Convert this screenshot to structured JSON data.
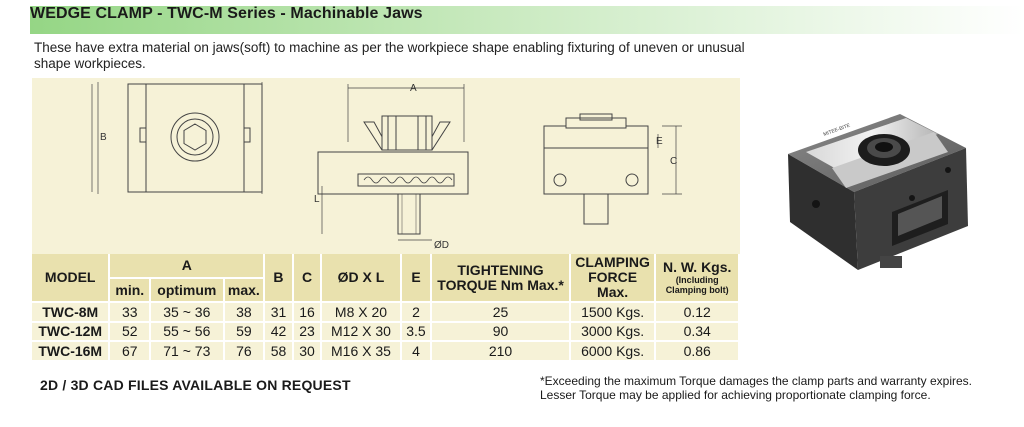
{
  "title": "WEDGE CLAMP - TWC-M Series - Machinable Jaws",
  "intro": "These have extra material on jaws(soft) to machine as per the workpiece shape enabling  fixturing of uneven or unusual shape workpieces.",
  "drawing": {
    "label_a": "A",
    "label_b": "B",
    "label_c": "C",
    "label_e": "E",
    "label_l": "L",
    "label_od": "ØD"
  },
  "photo": {
    "brand_marking": "MITEE-BITE"
  },
  "table": {
    "headers": {
      "model": "MODEL",
      "a": "A",
      "a_min": "min.",
      "a_optimum": "optimum",
      "a_max": "max.",
      "b": "B",
      "c": "C",
      "dxl": "ØD X L",
      "e": "E",
      "torque_line1": "TIGHTENING",
      "torque_line2": "TORQUE Nm Max.*",
      "force_line1": "CLAMPING",
      "force_line2": "FORCE",
      "force_line3": "Max.",
      "weight_line1": "N. W. Kgs.",
      "weight_sub1": "(Including",
      "weight_sub2": "Clamping bolt)"
    },
    "rows": [
      {
        "model": "TWC-8M",
        "a_min": "33",
        "a_optimum": "35 ~ 36",
        "a_max": "38",
        "b": "31",
        "c": "16",
        "dxl": "M8 X 20",
        "e": "2",
        "torque": "25",
        "force": "1500 Kgs.",
        "weight": "0.12"
      },
      {
        "model": "TWC-12M",
        "a_min": "52",
        "a_optimum": "55 ~ 56",
        "a_max": "59",
        "b": "42",
        "c": "23",
        "dxl": "M12 X 30",
        "e": "3.5",
        "torque": "90",
        "force": "3000 Kgs.",
        "weight": "0.34"
      },
      {
        "model": "TWC-16M",
        "a_min": "67",
        "a_optimum": "71 ~ 73",
        "a_max": "76",
        "b": "58",
        "c": "30",
        "dxl": "M16 X 35",
        "e": "4",
        "torque": "210",
        "force": "6000 Kgs.",
        "weight": "0.86"
      }
    ]
  },
  "cad_note": "2D / 3D CAD FILES AVAILABLE ON REQUEST",
  "torque_note_line1": "*Exceeding the maximum Torque damages the clamp parts and warranty expires.",
  "torque_note_line2": "Lesser Torque may be applied for achieving proportionate clamping force."
}
